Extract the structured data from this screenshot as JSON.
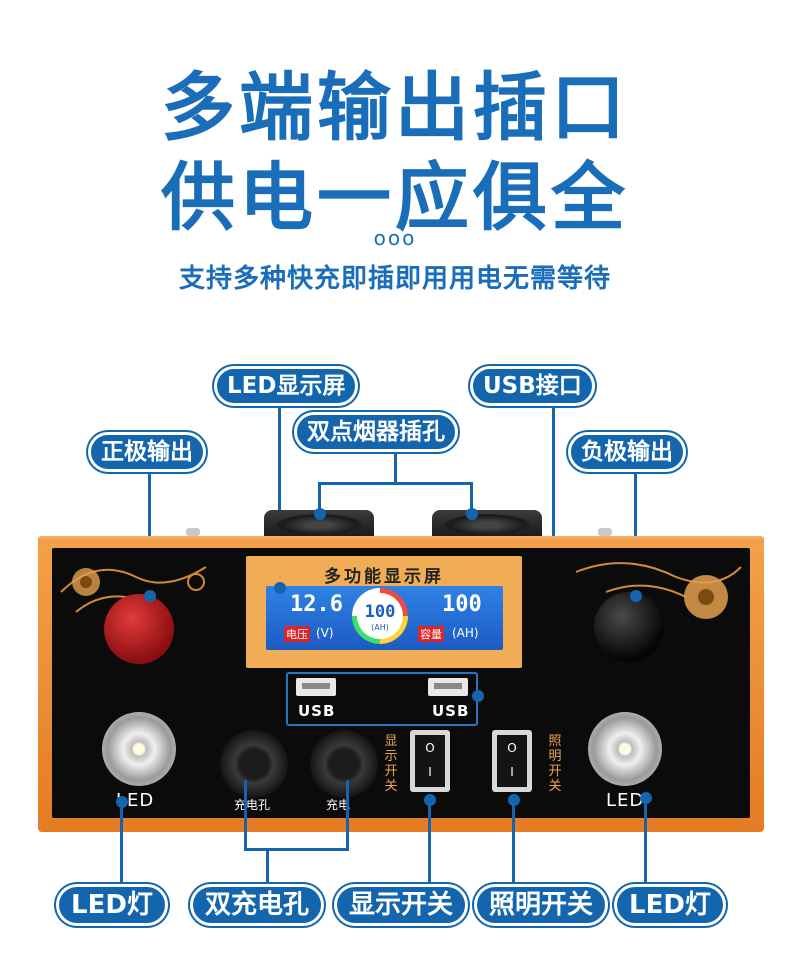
{
  "headline": {
    "line1": "多端输出插口",
    "line2": "供电一应俱全",
    "dots": "ooo"
  },
  "subtitle": "支持多种快充即插即用用电无需等待",
  "callouts": {
    "led_screen": "LED显示屏",
    "usb_port": "USB接口",
    "cigarette_lighter": "双点烟器插孔",
    "positive_output": "正极输出",
    "negative_output": "负极输出",
    "led_light_left": "LED灯",
    "dual_charge": "双充电孔",
    "display_switch": "显示开关",
    "light_switch": "照明开关",
    "led_light_right": "LED灯"
  },
  "device": {
    "display_title": "多功能显示屏",
    "voltage_value": "12.6",
    "voltage_tag": "电压",
    "voltage_unit": "(V)",
    "gauge_value": "100",
    "gauge_unit": "(AH)",
    "capacity_value": "100",
    "capacity_tag": "容量",
    "capacity_unit": "(AH)",
    "usb_left": "USB",
    "usb_right": "USB",
    "led_left": "LED",
    "led_right": "LED",
    "charge_left": "充电孔",
    "charge_right": "充电",
    "switch_on": "I",
    "switch_off": "O",
    "display_switch_vertical": "显示开关",
    "light_switch_vertical": "照明开关"
  },
  "colors": {
    "brand_blue": "#1366ad",
    "case_orange": "#e9872c",
    "panel_black": "#0c0b0c",
    "lcd_blue": "#2f82e6"
  }
}
